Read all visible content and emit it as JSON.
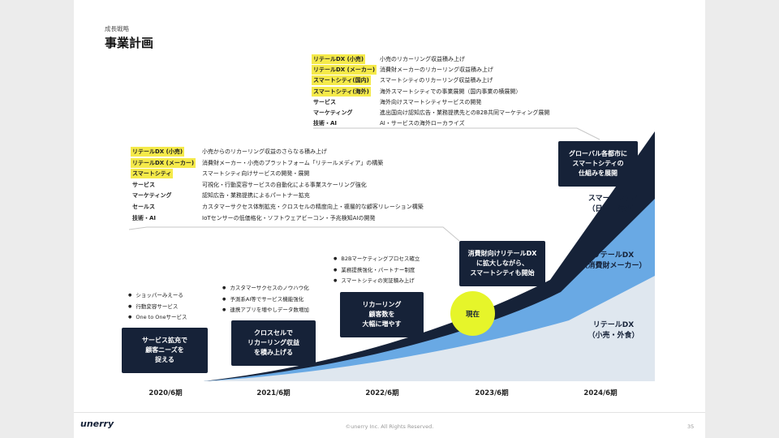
{
  "header": {
    "section": "成長戦略",
    "title": "事業計画"
  },
  "top_panel": [
    {
      "category": "リテールDX (小売)",
      "highlight": true,
      "desc": "小売のリカーリング収益積み上げ"
    },
    {
      "category": "リテールDX (メーカー)",
      "highlight": true,
      "desc": "消費財メーカーのリカーリング収益積み上げ"
    },
    {
      "category": "スマートシティ(国内)",
      "highlight": true,
      "desc": "スマートシティのリカーリング収益積み上げ"
    },
    {
      "category": "スマートシティ(海外)",
      "highlight": true,
      "desc": "海外スマートシティでの事業展開（国内事業の横展開）"
    },
    {
      "category": "サービス",
      "highlight": false,
      "desc": "海外向けスマートシティサービスの開発"
    },
    {
      "category": "マーケティング",
      "highlight": false,
      "desc": "進出国向け認知広告・業務提携先とのB2B共同マーケティング展開"
    },
    {
      "category": "技術・AI",
      "highlight": false,
      "desc": "AI・サービスの海外ローカライズ"
    }
  ],
  "mid_panel": [
    {
      "category": "リテールDX (小売)",
      "highlight": true,
      "desc": "小売からのリカーリング収益のさらなる積み上げ"
    },
    {
      "category": "リテールDX (メーカー)",
      "highlight": true,
      "desc": "消費財メーカー・小売のプラットフォーム「リテールメディア」の構築"
    },
    {
      "category": "スマートシティ",
      "highlight": true,
      "desc": "スマートシティ向けサービスの開発・展開"
    },
    {
      "category": "サービス",
      "highlight": false,
      "desc": "可視化・行動変容サービスの自動化による事業スケーリング強化"
    },
    {
      "category": "マーケティング",
      "highlight": false,
      "desc": "認知広告・業務提携によるパートナー拡充"
    },
    {
      "category": "セールス",
      "highlight": false,
      "desc": "カスタマーサクセス体制拡充・クロスセルの精度向上・複層的な顧客リレーション構築"
    },
    {
      "category": "技術・AI",
      "highlight": false,
      "desc": "IoTセンサーの低価格化・ソフトウェアビーコン・予兆検知AIの開発"
    }
  ],
  "stages": [
    {
      "bullets": [
        "ショッパーみえーる",
        "行動変容サービス",
        "One to Oneサービス"
      ],
      "box": "サービス拡充で\n顧客ニーズを\n捉える"
    },
    {
      "bullets": [
        "カスタマーサクセスのノウハウ化",
        "予測系AI等でサービス機能強化",
        "連携アプリを増やしデータ数増加"
      ],
      "box": "クロスセルで\nリカーリング収益\nを積み上げる"
    },
    {
      "bullets": [
        "B2Bマーケティングプロセス確立",
        "業務提携強化・パートナー制度",
        "スマートシティの実証積み上げ"
      ],
      "box": "リカーリング\n顧客数を\n大幅に増やす"
    },
    {
      "bullets": [],
      "box": "消費財向けリテールDX\nに拡大しながら、\nスマートシティも開始"
    },
    {
      "bullets": [],
      "box": "グローバル各都市に\nスマートシティの\n仕組みを展開"
    }
  ],
  "now_label": "現在",
  "segments": {
    "smartcity": "スマートシティ\n（日本・海外）",
    "retail_maker": "リテールDX\n（消費財メーカー）",
    "retail_store": "リテールDX\n（小売・外食）"
  },
  "x_axis": [
    "2020/6期",
    "2021/6期",
    "2022/6期",
    "2023/6期",
    "2024/6期"
  ],
  "colors": {
    "navy": "#162238",
    "blue": "#2f7fc6",
    "light_blue": "#69a9e4",
    "pale": "#dfe7ef",
    "yellow": "#e6f52a",
    "highlight": "#f5ea4a"
  },
  "footer": {
    "logo": "unerry",
    "copyright": "©unerry Inc. All Rights Reserved.",
    "page": "35"
  }
}
